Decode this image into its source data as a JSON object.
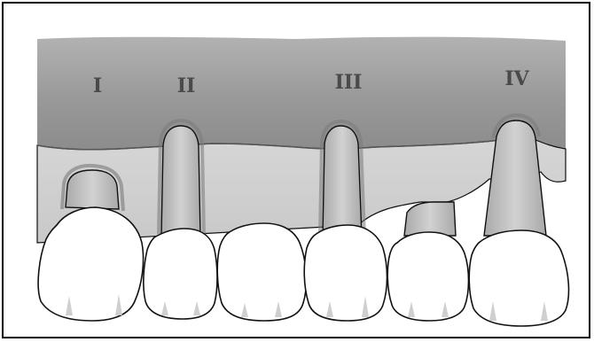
{
  "illustration": {
    "labels": [
      "I",
      "II",
      "III",
      "IV"
    ]
  },
  "colors": {
    "background": "#ffffff",
    "gingiva_dark": "#9a9a9a",
    "gingiva_light": "#cfcfcf",
    "root": "#c4c4c4",
    "crown": "#ffffff",
    "outline": "#111111",
    "texture": "#bdbdbd"
  }
}
